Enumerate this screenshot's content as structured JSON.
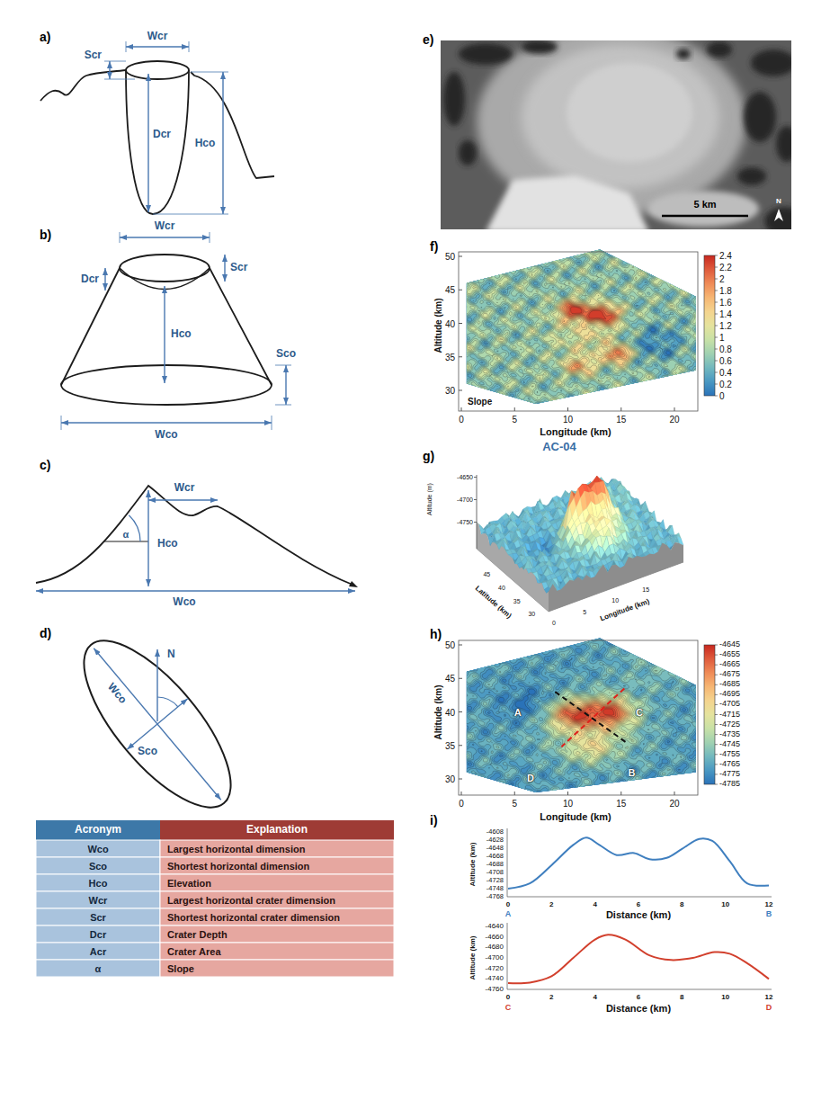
{
  "diagram": {
    "labels": [
      "a)",
      "Wcr",
      "Scr",
      "Dcr",
      "Hco",
      "b)",
      "Wcr",
      "Dcr",
      "Scr",
      "Hco",
      "Sco",
      "Wco",
      "c)",
      "Wcr",
      "α",
      "Hco",
      "Wco",
      "d)",
      "N",
      "Wco",
      "Sco",
      "Acronym",
      "Explanation",
      "Wco",
      "Largest horizontal dimension",
      "Sco",
      "Shortest horizontal dimension",
      "Hco",
      "Elevation",
      "Wcr",
      "Largest horizontal crater dimension",
      "Scr",
      "Shortest horizontal crater dimension",
      "Dcr",
      "Crater Depth",
      "Acr",
      "Crater Area",
      "α",
      "Slope",
      "e)",
      "5 km",
      "N",
      "f)",
      "Altitude (km)",
      "50",
      "45",
      "40",
      "35",
      "30",
      "0",
      "5",
      "10",
      "15",
      "20",
      "Longitude (km)",
      "Slope",
      "2.4",
      "2.2",
      "2",
      "1.8",
      "1.6",
      "1.4",
      "1.2",
      "1",
      "0.8",
      "0.6",
      "0.4",
      "0.2",
      "0",
      "AC-04",
      "g)",
      "Altitude (m)",
      "-4650",
      "-4700",
      "-4750",
      "Latitude (km)",
      "30",
      "35",
      "40",
      "45",
      "Longitude (km)",
      "0",
      "5",
      "10",
      "15",
      "h)",
      "Altitude (km)",
      "50",
      "45",
      "40",
      "35",
      "30",
      "0",
      "5",
      "10",
      "15",
      "20",
      "Longitude (km)",
      "A",
      "C",
      "D",
      "B",
      "-4645",
      "-4655",
      "-4665",
      "-4675",
      "-4685",
      "-4695",
      "-4705",
      "-4715",
      "-4725",
      "-4735",
      "-4745",
      "-4755",
      "-4765",
      "-4775",
      "-4785",
      "i)",
      "Altitude (km)",
      "-4608",
      "-4628",
      "-4648",
      "-4668",
      "-4688",
      "-4708",
      "-4728",
      "-4748",
      "-4768",
      "0",
      "2",
      "4",
      "6",
      "8",
      "10",
      "12",
      "Distance (km)",
      "A",
      "B",
      "Altitude (km)",
      "-4640",
      "-4660",
      "-4680",
      "-4700",
      "-4720",
      "-4740",
      "-4760",
      "0",
      "2",
      "4",
      "6",
      "8",
      "10",
      "12",
      "Distance (km)",
      "C",
      "D"
    ]
  }
}
